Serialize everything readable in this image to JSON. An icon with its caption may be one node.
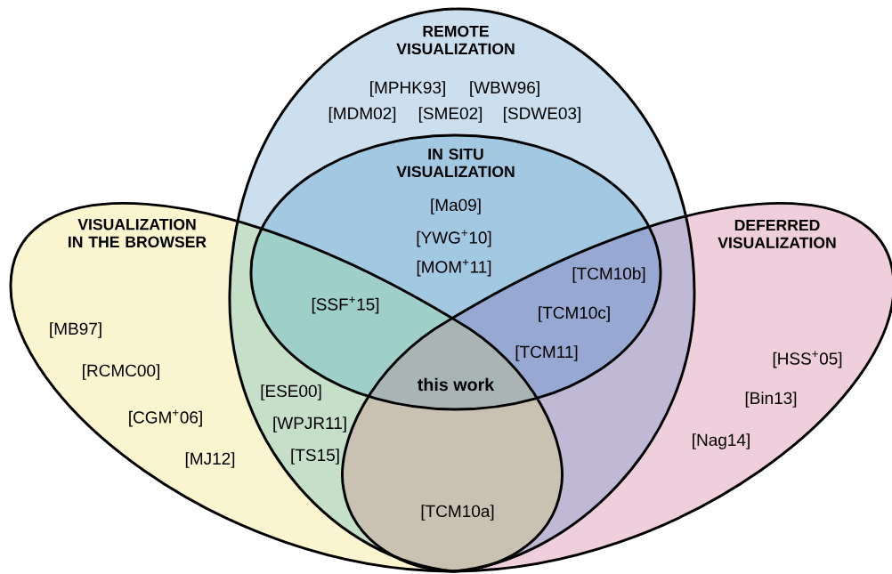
{
  "diagram": {
    "nodes": [
      {
        "text": [
          "REMOTE VISUALIZATION"
        ]
      },
      {
        "text": [
          "IN SITU VISUALIZATION"
        ],
        "in": 0
      },
      {
        "text": [
          "VISUALIZATION IN THE BROWSER"
        ]
      },
      {
        "text": [
          "DEFERRED VISUALIZATION"
        ]
      }
    ],
    "labels": [
      "[MPHK93]",
      "[WBW96]",
      "[MDM02]",
      "[SME02]",
      "[SDWE03]",
      "[Ma09]",
      "[YWG$^{+}$10]",
      "[MOM$^{+}$11]",
      "[TCM10b]",
      "[SSF$^{+}$15]",
      "[TCM10c]",
      "[MB97]",
      "[TCM11]",
      "[HSS$^{+}$05]",
      "[RCMC00]",
      "this work",
      "[ESE00]",
      "[Bin13]",
      "[CGM$^{+}$06]",
      "[WPJR11]",
      "[Nag14]",
      "[MJ12]",
      "[TS15]",
      "[TCM10a]"
    ]
  }
}
